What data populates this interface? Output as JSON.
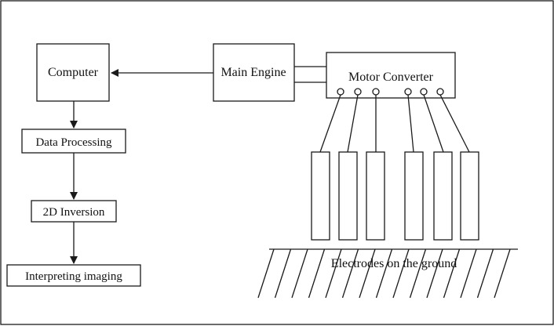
{
  "diagram": {
    "nodes": {
      "computer": "Computer",
      "main_engine": "Main Engine",
      "motor_converter": "Motor Converter",
      "data_processing": "Data Processing",
      "inversion": "2D Inversion",
      "interpreting": "Interpreting imaging"
    },
    "ground_label": "Electrodes on the ground",
    "electrode_count": 6
  }
}
